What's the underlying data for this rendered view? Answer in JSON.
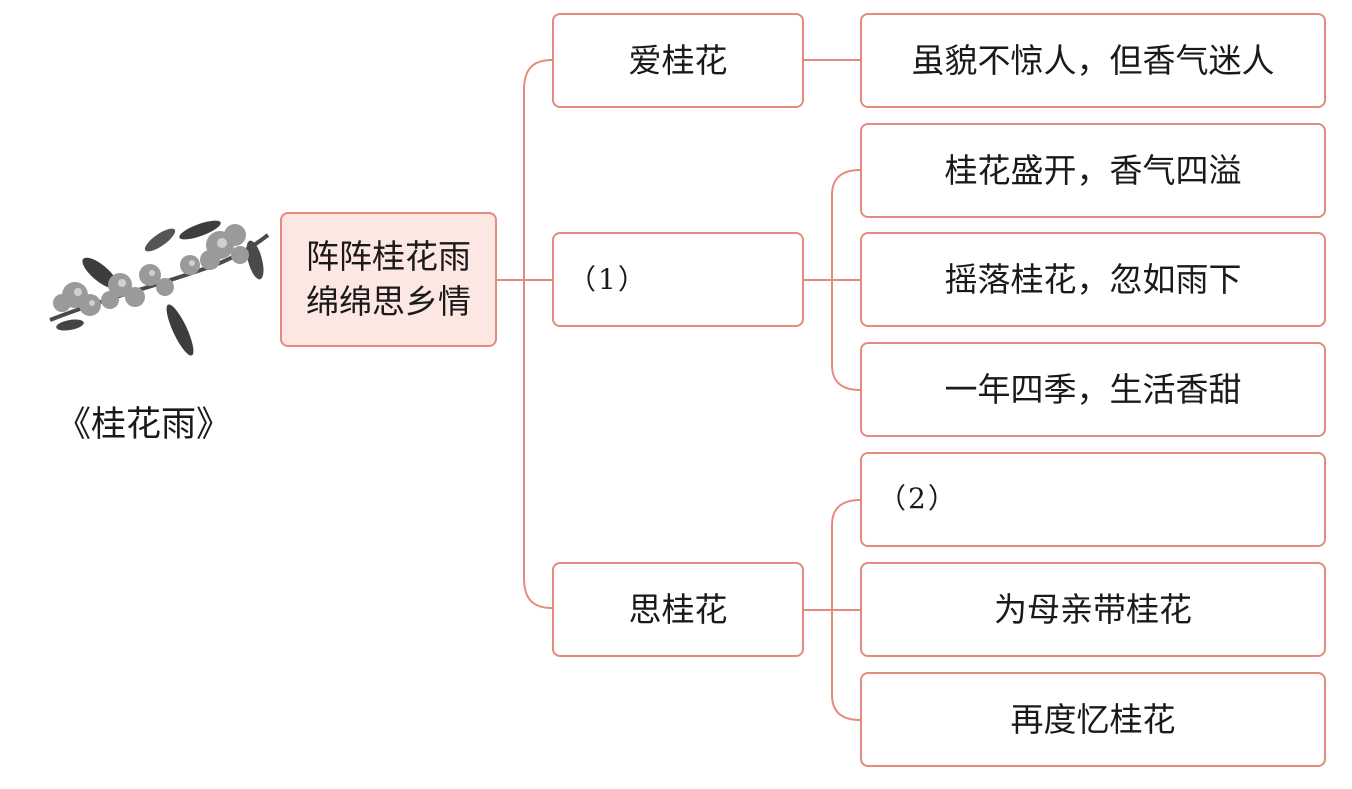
{
  "colors": {
    "line": "#e38b7d",
    "root_fill": "#fde7e2",
    "illustration": "#6b6b6b"
  },
  "illustration_icon": "osmanthus-branch-illustration",
  "book_title": "《桂花雨》",
  "root": {
    "line1": "阵阵桂花雨",
    "line2": "绵绵思乡情"
  },
  "branches": {
    "love": {
      "label": "爱桂花",
      "detail": "虽貌不惊人，但香气迷人"
    },
    "blank1": {
      "label": "（1）",
      "details": [
        "桂花盛开，香气四溢",
        "摇落桂花，忽如雨下",
        "一年四季，生活香甜"
      ]
    },
    "miss": {
      "label": "思桂花",
      "details": [
        "（2）",
        "为母亲带桂花",
        "再度忆桂花"
      ]
    }
  }
}
